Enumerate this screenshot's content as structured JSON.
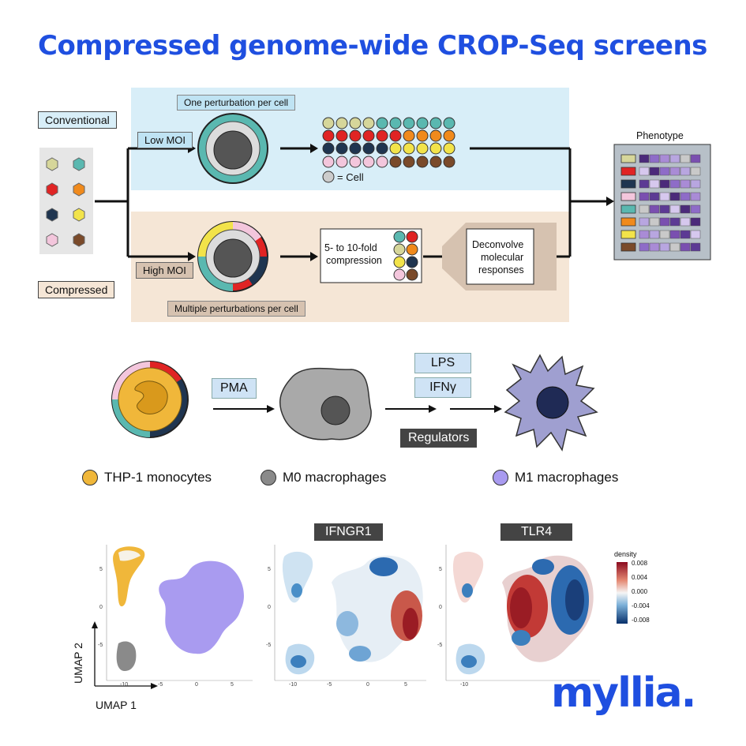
{
  "title": "Compressed genome-wide CROP-Seq screens",
  "top": {
    "conventional": "Conventional",
    "compressed": "Compressed",
    "low_moi": "Low MOI",
    "high_moi": "High MOI",
    "one_per_cell": "One perturbation per cell",
    "multiple_per_cell": "Multiple perturbations per cell",
    "cell_legend": "= Cell",
    "compression_line1": "5- to 10-fold",
    "compression_line2": "compression",
    "deconvolve_line1": "Deconvolve",
    "deconvolve_line2": "molecular",
    "deconvolve_line3": "responses",
    "phenotype": "Phenotype"
  },
  "middle": {
    "pma": "PMA",
    "lps": "LPS",
    "ifng": "IFNγ",
    "regulators": "Regulators",
    "thp1": "THP-1 monocytes",
    "m0": "M0 macrophages",
    "m1": "M1 macrophages"
  },
  "bottom": {
    "ifngr1": "IFNGR1",
    "tlr4": "TLR4",
    "umap1": "UMAP 1",
    "umap2": "UMAP 2",
    "density_title": "density",
    "density_ticks": [
      "0.008",
      "0.004",
      "0.000",
      "-0.004",
      "-0.008"
    ],
    "x_ticks": [
      "-10",
      "-5",
      "0",
      "5"
    ],
    "y_ticks": [
      "5",
      "0",
      "-5"
    ]
  },
  "colors": {
    "title_blue": "#1f4fe0",
    "conventional_bg": "#d8eef8",
    "compressed_bg": "#f5e6d6",
    "thp1": "#f0b73a",
    "m0": "#8a8a8a",
    "m1": "#a99bf0",
    "grid_row1": "#d6d69a",
    "grid_row2": "#e02424",
    "grid_row3": "#1f3550",
    "grid_row4": "#f3c6dc"
  },
  "logo": "myllia."
}
